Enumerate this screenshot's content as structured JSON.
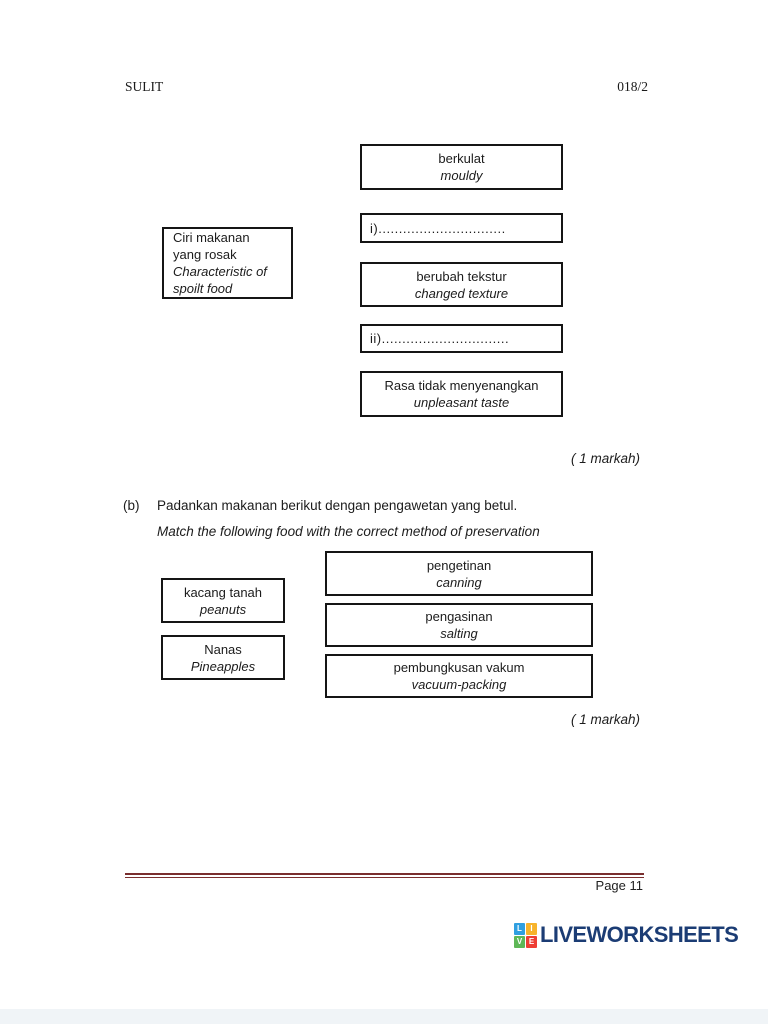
{
  "header": {
    "left": "SULIT",
    "right": "018/2"
  },
  "section_a": {
    "source_box": {
      "ms1": "Ciri makanan",
      "ms2": "yang rosak",
      "en1": "Characteristic of",
      "en2": "spoilt food"
    },
    "characteristic_boxes": [
      {
        "ms": "berkulat",
        "en": "mouldy"
      },
      {
        "ms": "berubah tekstur",
        "en": "changed texture"
      },
      {
        "ms": "Rasa tidak menyenangkan",
        "en": "unpleasant taste"
      }
    ],
    "blanks": [
      {
        "text": "i)..............................."
      },
      {
        "text": "ii)..............................."
      }
    ],
    "marks": "( 1 markah)"
  },
  "section_b": {
    "label": "(b)",
    "question_ms": "Padankan makanan berikut dengan pengawetan yang betul.",
    "question_en": "Match the following food with the correct method of preservation",
    "food_boxes": [
      {
        "ms": "kacang tanah",
        "en": "peanuts"
      },
      {
        "ms": "Nanas",
        "en": "Pineapples"
      }
    ],
    "method_boxes": [
      {
        "ms": "pengetinan",
        "en": "canning"
      },
      {
        "ms": "pengasinan",
        "en": "salting"
      },
      {
        "ms": "pembungkusan vakum",
        "en": "vacuum-packing"
      }
    ],
    "marks": "( 1 markah)"
  },
  "footer": {
    "page": "Page 11"
  },
  "logo": {
    "text": "LIVEWORKSHEETS",
    "text_color": "#1b3c74",
    "squares": [
      {
        "letter": "L",
        "color": "#2f9fe0"
      },
      {
        "letter": "I",
        "color": "#f7b32b"
      },
      {
        "letter": "V",
        "color": "#5eb757"
      },
      {
        "letter": "E",
        "color": "#ee3e34"
      }
    ]
  },
  "colors": {
    "rule": "#7a2e2e"
  }
}
